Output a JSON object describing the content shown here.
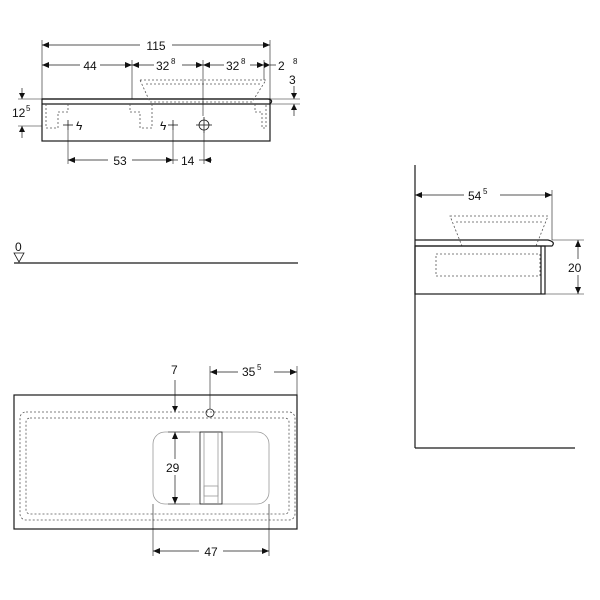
{
  "top_view": {
    "overall_width": "115",
    "dim_left": "44",
    "dim_mid_main": "32",
    "dim_mid_sup": "8",
    "dim_right_main": "32",
    "dim_right_sup": "8",
    "dim_edge_main": "2",
    "dim_edge_sup": "8",
    "dim_top_thickness": "3",
    "dim_height_main": "12",
    "dim_height_sup": "5",
    "dim_supply": "53",
    "dim_drain": "14",
    "supply_symbol": "ϟ"
  },
  "floor": {
    "level": "0"
  },
  "side_view": {
    "depth_main": "54",
    "depth_sup": "5",
    "height": "20"
  },
  "plan_view": {
    "dim_offset": "7",
    "dim_center_main": "35",
    "dim_center_sup": "5",
    "dim_drawer_height": "29",
    "dim_drawer_width": "47"
  }
}
